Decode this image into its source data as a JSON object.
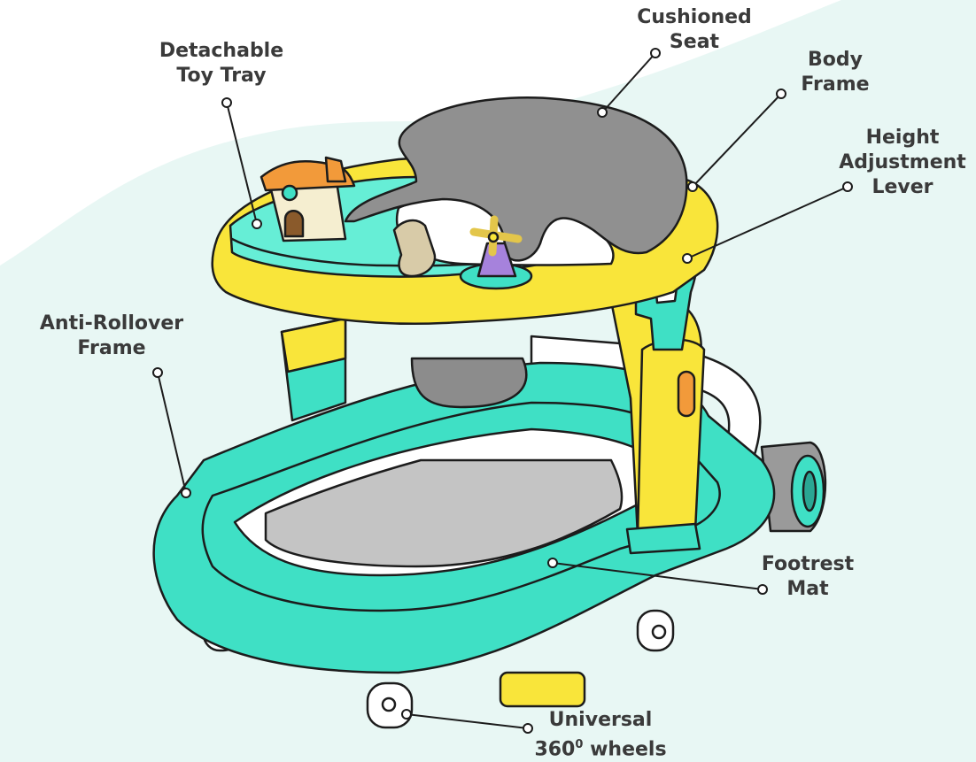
{
  "diagram": {
    "labels": {
      "cushioned_seat": [
        "Cushioned",
        "Seat"
      ],
      "detachable_toy_tray": [
        "Detachable",
        "Toy Tray"
      ],
      "body_frame": [
        "Body",
        "Frame"
      ],
      "height_adjustment_lever": [
        "Height",
        "Adjustment",
        "Lever"
      ],
      "anti_rollover_frame": [
        "Anti-Rollover",
        "Frame"
      ],
      "footrest_mat": [
        "Footrest",
        "Mat"
      ],
      "universal_wheels": [
        "Universal",
        "360",
        "0",
        "wheels"
      ]
    },
    "colors": {
      "background_wave": "#e8f7f4",
      "teal": "#3fe0c5",
      "teal_light": "#66eed6",
      "yellow": "#f9e53a",
      "seat_gray": "#909090",
      "mat_gray": "#c4c4c4",
      "outline": "#1c1c1c",
      "label_text": "#3a3a3a",
      "toy_orange": "#f29a3a",
      "toy_purple": "#a682dc"
    }
  }
}
